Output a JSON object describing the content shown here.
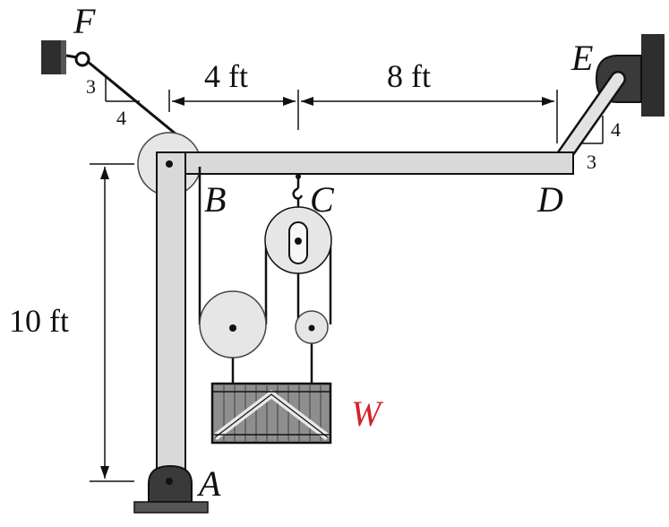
{
  "labels": {
    "F": "F",
    "E": "E",
    "B": "B",
    "C": "C",
    "D": "D",
    "A": "A",
    "W": "W"
  },
  "dimensions": {
    "bf": "4 ft",
    "cd": "8 ft",
    "height": "10 ft"
  },
  "slopes": {
    "cable_f": {
      "rise": "3",
      "run": "4"
    },
    "link_de": {
      "rise": "4",
      "run": "3"
    }
  },
  "colors": {
    "weight_label": "#d2232a",
    "member": "#d9d9d9",
    "support": "#3a3a3a"
  }
}
